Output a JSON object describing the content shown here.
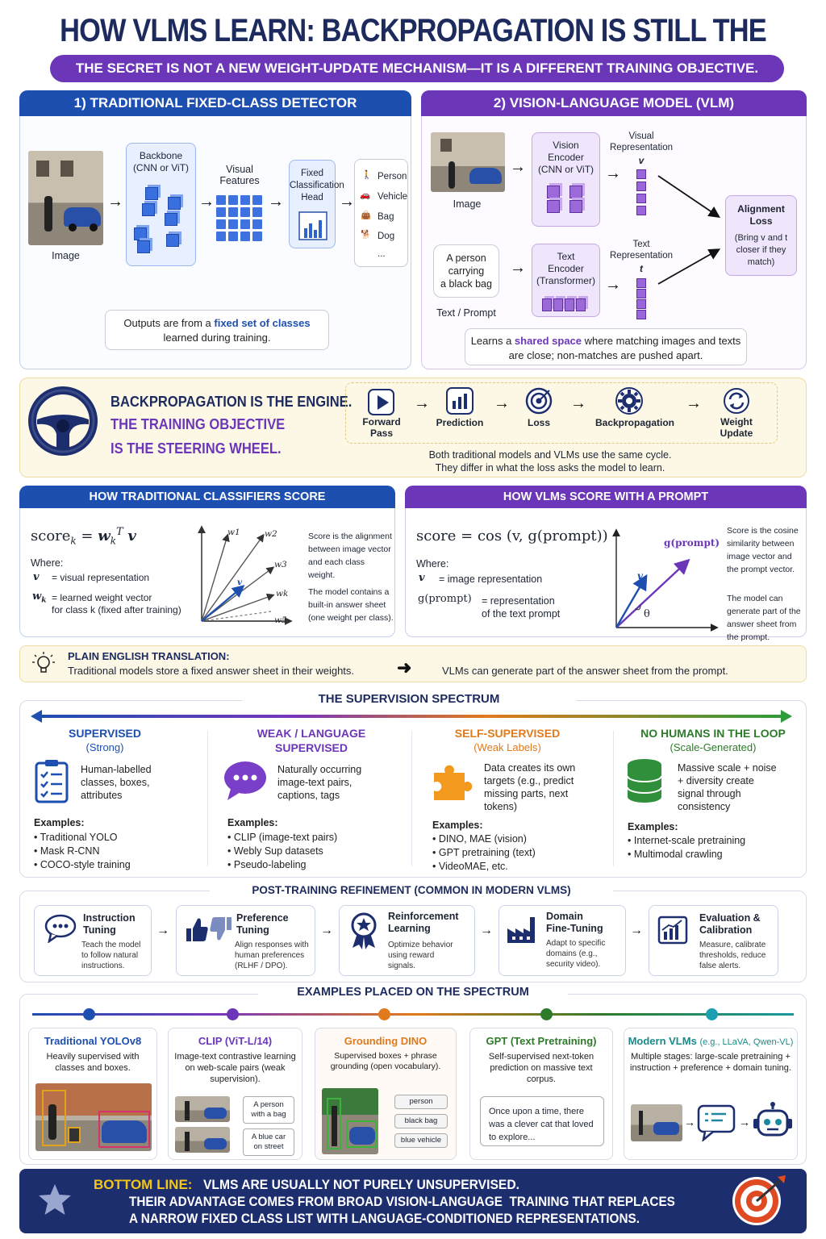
{
  "title": "HOW VLMS LEARN: BACKPROPAGATION IS STILL THE ENGINE",
  "subtitle": "THE SECRET IS NOT A NEW WEIGHT-UPDATE MECHANISM—IT IS A DIFFERENT TRAINING OBJECTIVE.",
  "colors": {
    "blue": "#1d4fb0",
    "purple": "#6c36b8",
    "orange": "#e07a1c",
    "green": "#2e7a2b",
    "teal": "#1a8a8a",
    "navy": "#1c2e6e",
    "gold": "#f5c518"
  },
  "left_panel": {
    "header": "1) TRADITIONAL FIXED-CLASS DETECTOR",
    "image_label": "Image",
    "backbone": "Backbone\n(CNN or ViT)",
    "features": "Visual\nFeatures",
    "head": "Fixed\nClassification\nHead",
    "classes": [
      {
        "icon": "person-icon",
        "label": "Person"
      },
      {
        "icon": "car-icon",
        "label": "Vehicle"
      },
      {
        "icon": "bag-icon",
        "label": "Bag"
      },
      {
        "icon": "dog-icon",
        "label": "Dog"
      }
    ],
    "ellipsis": "...",
    "note_pre": "Outputs are from a ",
    "note_hl": "fixed set of classes",
    "note_post": "learned during training."
  },
  "right_panel": {
    "header": "2) VISION-LANGUAGE MODEL (VLM)",
    "image_label": "Image",
    "vision_encoder": "Vision\nEncoder\n(CNN or ViT)",
    "visual_rep": "Visual\nRepresentation",
    "v": "v",
    "prompt_text": "A person\ncarrying\na black bag",
    "prompt_label": "Text / Prompt",
    "text_encoder": "Text\nEncoder\n(Transformer)",
    "text_rep": "Text\nRepresentation",
    "t": "t",
    "alignment": "Alignment\nLoss",
    "alignment_desc": "(Bring v and t\ncloser if they\nmatch)",
    "note_pre": "Learns a ",
    "note_hl": "shared space",
    "note_post": " where matching images and texts are close; non-matches are pushed apart."
  },
  "engine": {
    "line1": "BACKPROPAGATION IS THE ENGINE.",
    "line2": "THE TRAINING OBJECTIVE",
    "line3": "IS THE STEERING WHEEL.",
    "steps": [
      {
        "icon": "play-icon",
        "label": "Forward\nPass"
      },
      {
        "icon": "bar-chart-icon",
        "label": "Prediction"
      },
      {
        "icon": "target-icon",
        "label": "Loss"
      },
      {
        "icon": "gear-icon",
        "label": "Backpropagation"
      },
      {
        "icon": "refresh-icon",
        "label": "Weight\nUpdate"
      }
    ],
    "caption": "Both traditional models and VLMs use the same cycle.\nThey differ in what the loss asks the model to learn."
  },
  "trad_score": {
    "header": "HOW TRADITIONAL CLASSIFIERS SCORE",
    "formula": "score",
    "where": "Where:",
    "v_sym": "v",
    "v_def": "= visual representation",
    "w_sym": "w",
    "w_def": "= learned weight vector\nfor class k (fixed after training)",
    "vector_labels": [
      "w1",
      "w2",
      "w3",
      "wk",
      "w5",
      "v"
    ],
    "desc1": "Score is the alignment between image vector and each class weight.",
    "desc2": "The model contains a built-in answer sheet (one weight per class)."
  },
  "vlm_score": {
    "header": "HOW VLMs SCORE WITH A PROMPT",
    "formula": "score = cos (v, g(prompt))",
    "where": "Where:",
    "v_sym": "v",
    "v_def": "= image representation",
    "g_sym": "g(prompt)",
    "g_def": "= representation\nof the text prompt",
    "g_label": "g(prompt)",
    "v_label": "v",
    "theta": "θ",
    "desc1": "Score is the cosine similarity between image vector and the prompt vector.",
    "desc2": "The model can generate part of the answer sheet from the prompt."
  },
  "plain": {
    "title": "PLAIN ENGLISH TRANSLATION:",
    "left": "Traditional models store a fixed answer sheet in their weights.",
    "right": "VLMs can generate part of the answer sheet from the prompt."
  },
  "spectrum": {
    "title": "THE SUPERVISION SPECTRUM",
    "columns": [
      {
        "title": "SUPERVISED",
        "sub": "(Strong)",
        "icon": "clipboard-icon",
        "desc": "Human-labelled classes, boxes, attributes",
        "examples_label": "Examples:",
        "examples": [
          "Traditional YOLO",
          "Mask R-CNN",
          "COCO-style training"
        ]
      },
      {
        "title": "WEAK / LANGUAGE SUPERVISED",
        "sub": "",
        "icon": "chat-icon",
        "desc": "Naturally occurring image-text pairs, captions, tags",
        "examples_label": "Examples:",
        "examples": [
          "CLIP (image-text pairs)",
          "Webly Sup datasets",
          "Pseudo-labeling"
        ]
      },
      {
        "title": "SELF-SUPERVISED",
        "sub": "(Weak Labels)",
        "icon": "puzzle-icon",
        "desc": "Data creates its own targets (e.g., predict missing parts, next tokens)",
        "examples_label": "Examples:",
        "examples": [
          "DINO, MAE (vision)",
          "GPT pretraining (text)",
          "VideoMAE, etc."
        ]
      },
      {
        "title": "NO HUMANS IN THE LOOP",
        "sub": "(Scale-Generated)",
        "icon": "database-icon",
        "desc": "Massive scale + noise + diversity create signal through consistency",
        "examples_label": "Examples:",
        "examples": [
          "Internet-scale pretraining",
          "Multimodal crawling"
        ]
      }
    ]
  },
  "post": {
    "title": "POST-TRAINING REFINEMENT (COMMON IN MODERN VLMS)",
    "cards": [
      {
        "icon": "chat-bubble-icon",
        "title": "Instruction\nTuning",
        "desc": "Teach the model\nto follow natural\ninstructions."
      },
      {
        "icon": "thumbs-icon",
        "title": "Preference\nTuning",
        "desc": "Align responses with\nhuman preferences\n(RLHF / DPO)."
      },
      {
        "icon": "badge-icon",
        "title": "Reinforcement\nLearning",
        "desc": "Optimize behavior\nusing reward\nsignals."
      },
      {
        "icon": "factory-icon",
        "title": "Domain\nFine-Tuning",
        "desc": "Adapt to specific\ndomains (e.g.,\nsecurity video)."
      },
      {
        "icon": "chart-icon",
        "title": "Evaluation &\nCalibration",
        "desc": "Measure, calibrate\nthresholds, reduce\nfalse alerts."
      }
    ]
  },
  "examples": {
    "title": "EXAMPLES PLACED ON THE SPECTRUM",
    "cards": [
      {
        "title": "Traditional YOLOv8",
        "desc": "Heavily supervised with classes and boxes.",
        "tags": []
      },
      {
        "title": "CLIP (ViT-L/14)",
        "desc": "Image-text contrastive learning on web-scale pairs (weak supervision).",
        "tags": [
          "A person\nwith a bag",
          "A blue car\non street"
        ]
      },
      {
        "title": "Grounding DINO",
        "desc": "Supervised boxes + phrase grounding (open vocabulary).",
        "tags": [
          "person",
          "black bag",
          "blue vehicle"
        ]
      },
      {
        "title": "GPT (Text Pretraining)",
        "desc": "Self-supervised next-token prediction on massive text corpus.",
        "tags": [
          "Once upon a time, there was a clever cat that loved to explore..."
        ]
      },
      {
        "title": "Modern VLMs",
        "title_sub": "(e.g., LLaVA, Qwen-VL)",
        "desc": "Multiple stages: large-scale pretraining + instruction + preference + domain tuning.",
        "tags": []
      }
    ]
  },
  "bottom": {
    "label": "BOTTOM LINE:",
    "line1": "VLMS ARE USUALLY NOT PURELY UNSUPERVISED.",
    "line2": "THEIR ADVANTAGE COMES FROM BROAD VISION-LANGUAGE  TRAINING THAT REPLACES",
    "line3": "A NARROW FIXED CLASS LIST WITH LANGUAGE-CONDITIONED REPRESENTATIONS."
  }
}
